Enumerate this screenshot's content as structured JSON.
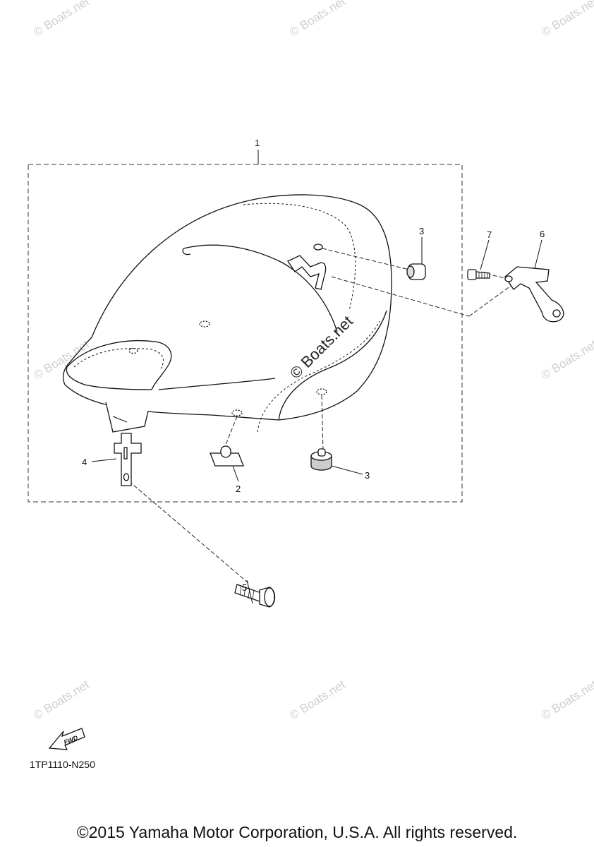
{
  "diagram": {
    "callouts": {
      "c1": "1",
      "c2": "2",
      "c3a": "3",
      "c3b": "3",
      "c4": "4",
      "c5": "5",
      "c6": "6",
      "c7": "7"
    },
    "watermark": "© Boats.net",
    "center_watermark": "© Boats.net",
    "fwd_label": "FWD",
    "part_code": "1TP1110-N250"
  },
  "footer": {
    "copyright": "©2015 Yamaha Motor Corporation, U.S.A. All rights reserved."
  }
}
